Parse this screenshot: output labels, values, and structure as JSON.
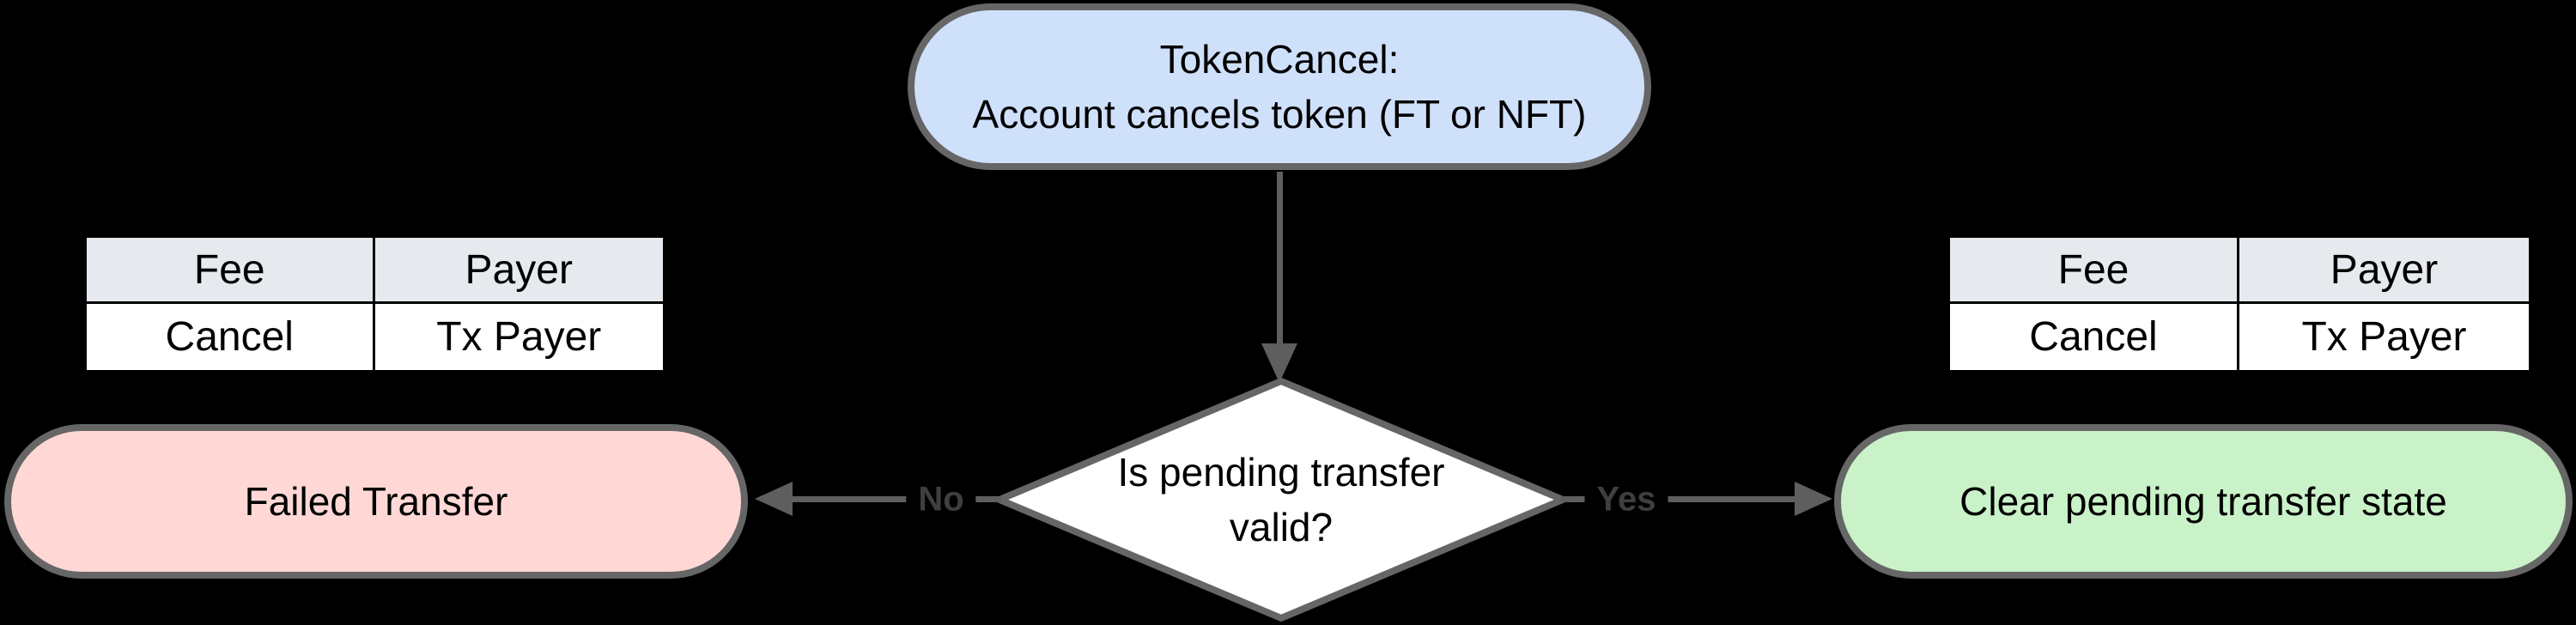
{
  "diagram": {
    "background_color": "#000000",
    "border_color": "#666666",
    "arrow_color": "#5e5e5e",
    "start_node": {
      "line1": "TokenCancel:",
      "line2": "Account cancels token (FT or NFT)",
      "fill": "#cfe0fb"
    },
    "decision_node": {
      "line1": "Is pending transfer",
      "line2": "valid?",
      "fill": "#ffffff"
    },
    "no_branch": {
      "label": "No",
      "node_text": "Failed Transfer",
      "fill": "#ffd8d5"
    },
    "yes_branch": {
      "label": "Yes",
      "node_text": "Clear pending transfer state",
      "fill": "#c9f2c8"
    },
    "left_table": {
      "header_bg": "#e6e9ed",
      "headers": [
        "Fee",
        "Payer"
      ],
      "rows": [
        [
          "Cancel",
          "Tx Payer"
        ]
      ]
    },
    "right_table": {
      "header_bg": "#e6e9ed",
      "headers": [
        "Fee",
        "Payer"
      ],
      "rows": [
        [
          "Cancel",
          "Tx Payer"
        ]
      ]
    }
  }
}
